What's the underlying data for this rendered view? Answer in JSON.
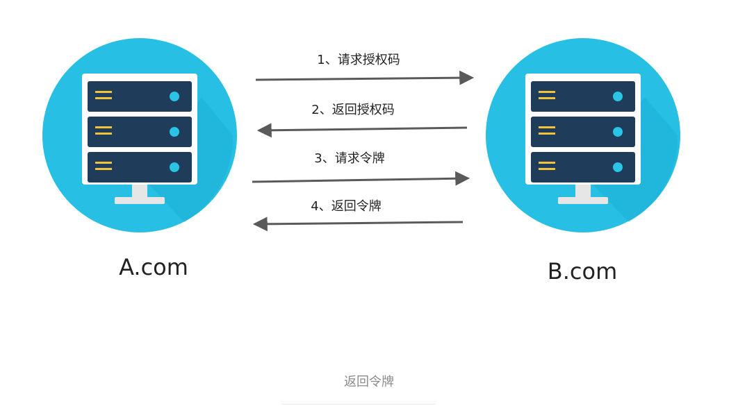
{
  "diagram": {
    "servers": [
      {
        "id": "a",
        "label": "A.com"
      },
      {
        "id": "b",
        "label": "B.com"
      }
    ],
    "steps": [
      {
        "label": "1、请求授权码",
        "direction": "a-to-b"
      },
      {
        "label": "2、返回授权码",
        "direction": "b-to-a"
      },
      {
        "label": "3、请求令牌",
        "direction": "a-to-b"
      },
      {
        "label": "4、返回令牌",
        "direction": "b-to-a"
      }
    ],
    "colors": {
      "circle": "#27bfe3",
      "circle_shadow": "#17a8cd",
      "monitor_frame": "#ffffff",
      "stand": "#e6e6e6",
      "rack_unit": "#1f3d5a",
      "indicator_lines": "#f2c23a",
      "indicator_dot": "#29c4e6",
      "arrow": "#5a5a5a"
    },
    "icons": {
      "server": "server-rack-monitor-icon",
      "arrow": "arrow-icon"
    }
  },
  "caption": "返回令牌"
}
